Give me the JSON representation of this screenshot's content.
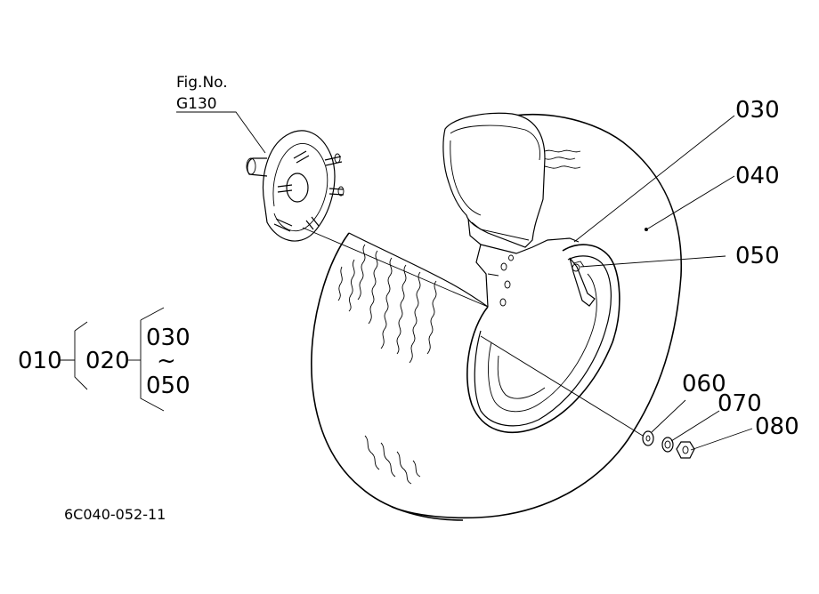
{
  "figure_reference": {
    "line1": "Fig.No.",
    "line2": "G130"
  },
  "callouts": {
    "c030": "030",
    "c040": "040",
    "c050": "050",
    "c060": "060",
    "c070": "070",
    "c080": "080"
  },
  "hierarchy": {
    "level1": "010",
    "level2": "020",
    "range_start": "030",
    "range_sep": "~",
    "range_end": "050"
  },
  "drawing_number": "6C040-052-11"
}
